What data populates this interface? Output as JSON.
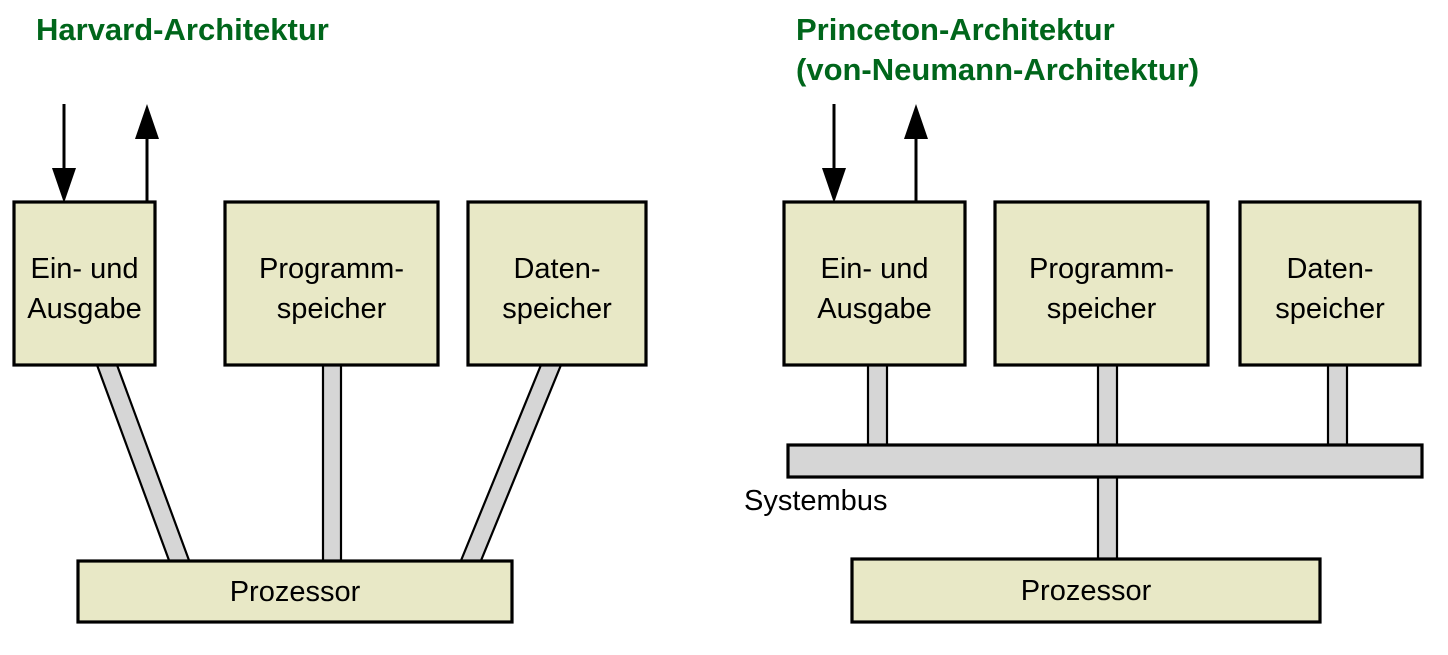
{
  "diagram": {
    "background_color": "#ffffff",
    "node_fill": "#e8e8c6",
    "node_stroke": "#000000",
    "connector_fill": "#d6d6d6",
    "title_color": "#00661b",
    "label_color": "#000000"
  },
  "left": {
    "title": "Harvard-Architektur",
    "nodes": [
      {
        "line1": "Ein- und",
        "line2": "Ausgabe"
      },
      {
        "line1": "Programm-",
        "line2": "speicher"
      },
      {
        "line1": "Daten-",
        "line2": "speicher"
      }
    ],
    "processor": "Prozessor",
    "arrows": [
      {
        "name": "input-arrow",
        "direction": "down"
      },
      {
        "name": "output-arrow",
        "direction": "up"
      }
    ]
  },
  "right": {
    "title_line1": "Princeton-Architektur",
    "title_line2": "(von-Neumann-Architektur)",
    "nodes": [
      {
        "line1": "Ein- und",
        "line2": "Ausgabe"
      },
      {
        "line1": "Programm-",
        "line2": "speicher"
      },
      {
        "line1": "Daten-",
        "line2": "speicher"
      }
    ],
    "bus_label": "Systembus",
    "processor": "Prozessor",
    "arrows": [
      {
        "name": "input-arrow",
        "direction": "down"
      },
      {
        "name": "output-arrow",
        "direction": "up"
      }
    ]
  }
}
